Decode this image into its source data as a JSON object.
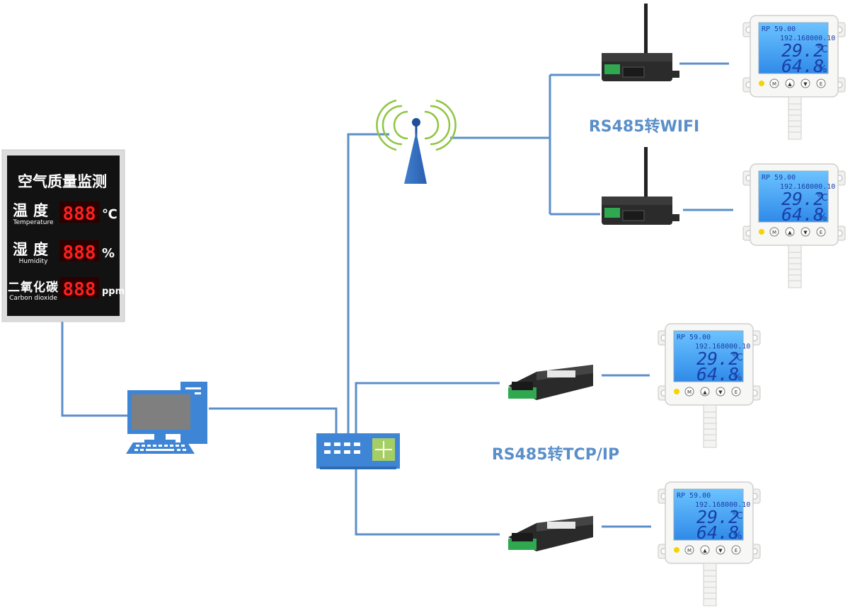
{
  "display_panel": {
    "title": "空气质量监测",
    "rows": [
      {
        "cn": "温度",
        "en": "Temperature",
        "digits": "888",
        "unit": "℃"
      },
      {
        "cn": "湿度",
        "en": "Humidity",
        "digits": "888",
        "unit": "%"
      },
      {
        "cn": "二氧化碳",
        "en": "Carbon dioxide",
        "digits": "888",
        "unit": "ppm"
      }
    ]
  },
  "labels": {
    "wifi": "RS485转WIFI",
    "tcpip": "RS485转TCP/IP"
  },
  "sensor_screen": {
    "line1": "RP 59.00",
    "line2": "192.168000.10",
    "temperature": "29.2",
    "temperature_unit": "°C",
    "humidity": "64.8",
    "humidity_unit": "%",
    "buttons": [
      "M",
      "▲",
      "▼",
      "E"
    ]
  },
  "colors": {
    "line": "#5b8fc9",
    "lcd": "#3e9cf0",
    "led": "#ff2020",
    "panel_bg": "#121212"
  }
}
